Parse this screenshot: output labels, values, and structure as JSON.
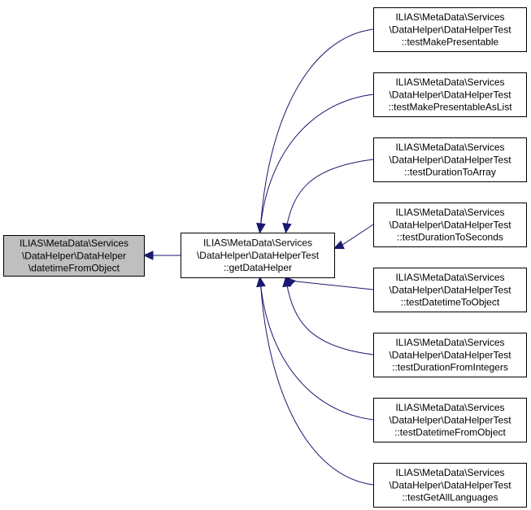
{
  "diagram": {
    "colors": {
      "focus_fill": "#bfbfbf",
      "node_fill": "#ffffff",
      "node_border": "#000000",
      "edge": "#191970"
    },
    "nodes": [
      {
        "id": "datetimeFromObject",
        "focus": true,
        "lines": [
          "ILIAS\\MetaData\\Services",
          "\\DataHelper\\DataHelper",
          "\\datetimeFromObject"
        ]
      },
      {
        "id": "getDataHelper",
        "focus": false,
        "lines": [
          "ILIAS\\MetaData\\Services",
          "\\DataHelper\\DataHelperTest",
          "::getDataHelper"
        ]
      },
      {
        "id": "testMakePresentable",
        "focus": false,
        "lines": [
          "ILIAS\\MetaData\\Services",
          "\\DataHelper\\DataHelperTest",
          "::testMakePresentable"
        ]
      },
      {
        "id": "testMakePresentableAsList",
        "focus": false,
        "lines": [
          "ILIAS\\MetaData\\Services",
          "\\DataHelper\\DataHelperTest",
          "::testMakePresentableAsList"
        ]
      },
      {
        "id": "testDurationToArray",
        "focus": false,
        "lines": [
          "ILIAS\\MetaData\\Services",
          "\\DataHelper\\DataHelperTest",
          "::testDurationToArray"
        ]
      },
      {
        "id": "testDurationToSeconds",
        "focus": false,
        "lines": [
          "ILIAS\\MetaData\\Services",
          "\\DataHelper\\DataHelperTest",
          "::testDurationToSeconds"
        ]
      },
      {
        "id": "testDatetimeToObject",
        "focus": false,
        "lines": [
          "ILIAS\\MetaData\\Services",
          "\\DataHelper\\DataHelperTest",
          "::testDatetimeToObject"
        ]
      },
      {
        "id": "testDurationFromIntegers",
        "focus": false,
        "lines": [
          "ILIAS\\MetaData\\Services",
          "\\DataHelper\\DataHelperTest",
          "::testDurationFromIntegers"
        ]
      },
      {
        "id": "testDatetimeFromObject",
        "focus": false,
        "lines": [
          "ILIAS\\MetaData\\Services",
          "\\DataHelper\\DataHelperTest",
          "::testDatetimeFromObject"
        ]
      },
      {
        "id": "testGetAllLanguages",
        "focus": false,
        "lines": [
          "ILIAS\\MetaData\\Services",
          "\\DataHelper\\DataHelperTest",
          "::testGetAllLanguages"
        ]
      }
    ],
    "edges": [
      {
        "from": "getDataHelper",
        "to": "datetimeFromObject"
      },
      {
        "from": "testMakePresentable",
        "to": "getDataHelper"
      },
      {
        "from": "testMakePresentableAsList",
        "to": "getDataHelper"
      },
      {
        "from": "testDurationToArray",
        "to": "getDataHelper"
      },
      {
        "from": "testDurationToSeconds",
        "to": "getDataHelper"
      },
      {
        "from": "testDatetimeToObject",
        "to": "getDataHelper"
      },
      {
        "from": "testDurationFromIntegers",
        "to": "getDataHelper"
      },
      {
        "from": "testDatetimeFromObject",
        "to": "getDataHelper"
      },
      {
        "from": "testGetAllLanguages",
        "to": "getDataHelper"
      }
    ]
  }
}
